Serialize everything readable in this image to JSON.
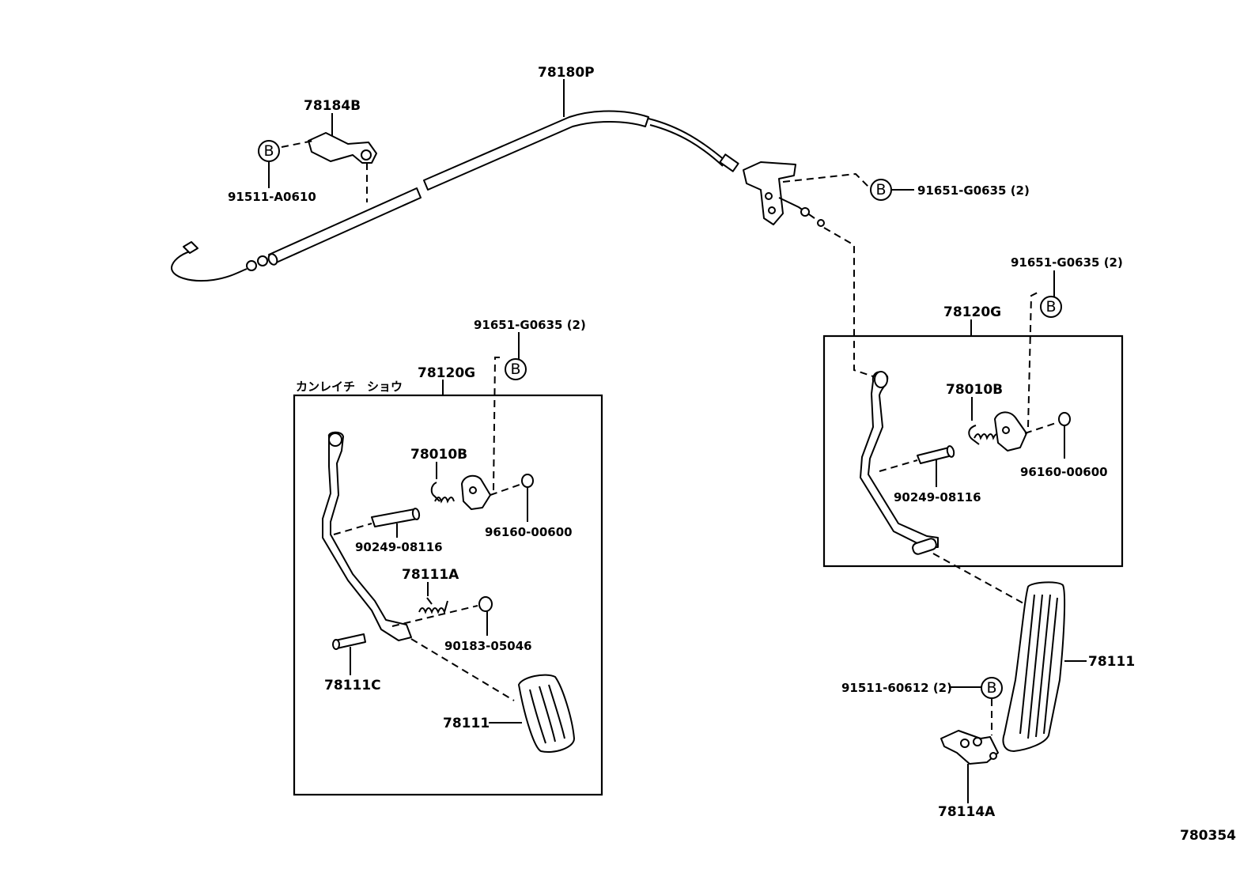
{
  "diagram": {
    "drawing_code": "780354",
    "cold_region_label": "カンレイチ　ショウ",
    "bolt_marker": "B",
    "parts": {
      "cable_assy": "78180P",
      "cable_clamp": "78184B",
      "bolt_clamp": "91511-A0610",
      "bolt_bracket_top": "91651-G0635 (2)",
      "bolt_bracket_right": "91651-G0635 (2)",
      "bolt_bracket_left": "91651-G0635 (2)",
      "lever_sub_assy_right": "78120G",
      "lever_sub_assy_left": "78120G",
      "spring_right": "78010B",
      "spring_left": "78010B",
      "pin_right": "90249-08116",
      "pin_left": "90249-08116",
      "clip_right": "96160-00600",
      "clip_left": "96160-00600",
      "pedal_spring_left": "78111A",
      "pedal_clip_left": "90183-05046",
      "pedal_pin_left": "78111C",
      "pedal_left": "78111",
      "pedal_right": "78111",
      "bolt_stopper": "91511-60612 (2)",
      "stopper": "78114A"
    }
  }
}
